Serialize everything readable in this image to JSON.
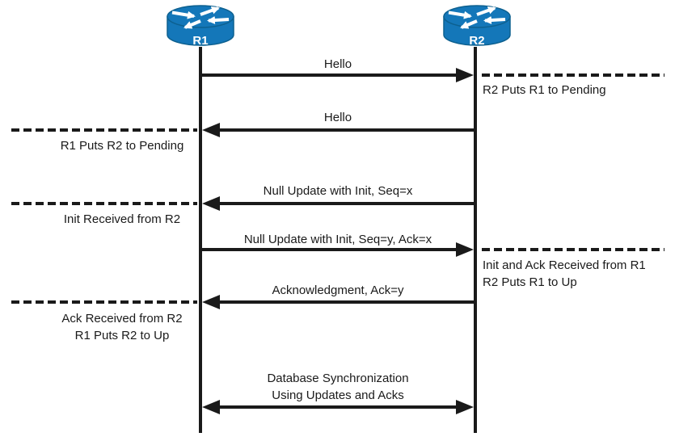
{
  "routers": [
    {
      "id": "R1"
    },
    {
      "id": "R2"
    }
  ],
  "messages": [
    {
      "label": "Hello",
      "direction": "right"
    },
    {
      "label": "Hello",
      "direction": "left"
    },
    {
      "label": "Null Update with Init, Seq=x",
      "direction": "left"
    },
    {
      "label": "Null Update with Init, Seq=y, Ack=x",
      "direction": "right"
    },
    {
      "label": "Acknowledgment, Ack=y",
      "direction": "left"
    },
    {
      "lines": [
        "Database Synchronization",
        "Using Updates and Acks"
      ],
      "direction": "both"
    }
  ],
  "notes_left": [
    {
      "lines": [
        "R1 Puts R2 to Pending"
      ]
    },
    {
      "lines": [
        "Init Received from R2"
      ]
    },
    {
      "lines": [
        "Ack Received from R2",
        "R1 Puts R2 to Up"
      ]
    }
  ],
  "notes_right": [
    {
      "lines": [
        "R2 Puts R1 to Pending"
      ]
    },
    {
      "lines": [
        "Init and Ack Received from R1",
        "R2 Puts R1 to Up"
      ]
    }
  ],
  "colors": {
    "ink": "#1a1a1a",
    "router_fill": "#1477B9",
    "router_edge": "#0d608f",
    "background": "#ffffff"
  }
}
